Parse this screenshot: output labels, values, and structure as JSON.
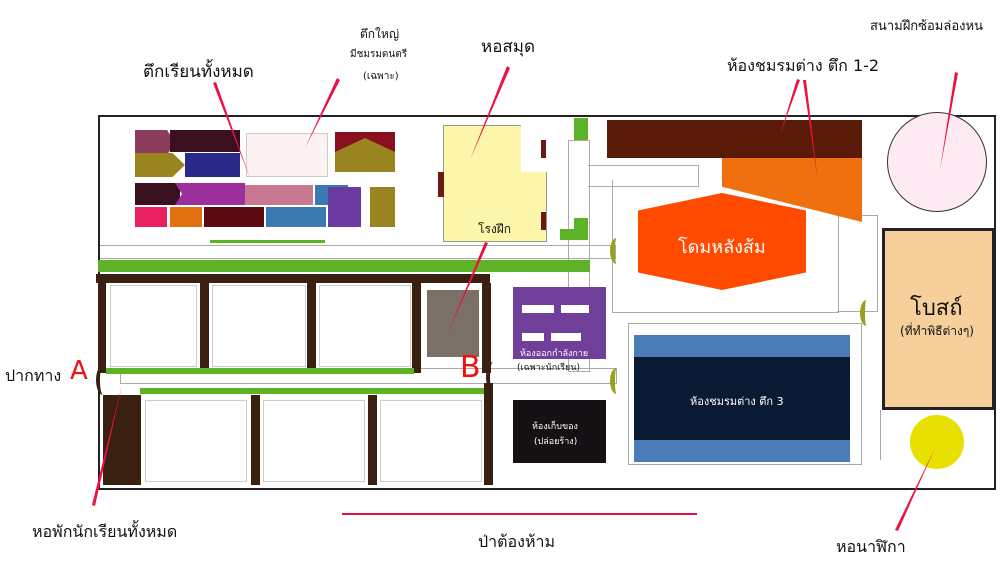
{
  "labels": {
    "all_classrooms": "ตึกเรียนทั้งหมด",
    "big_building": "ตึกใหญ่",
    "music_club": "มีชมรมดนตรี",
    "exclusive": "(เฉพาะ)",
    "library": "หอสมุด",
    "club_rooms_1_2": "ห้องชมรมต่าง ตึก 1-2",
    "training_field": "สนามฝึกซ้อมล่องหน",
    "workshop": "โรงฝึก",
    "orange_dome": "โดมหลังส้ม",
    "temple": "โบสถ์",
    "temple_sub": "(ที่ทำพิธีต่างๆ)",
    "entrance": "ปากทาง",
    "point_a": "A",
    "point_b": "B",
    "gym": "ห้องออกกำลังกาย",
    "gym_sub": "(เฉพาะนักเรียน)",
    "club_rooms_3": "ห้องชมรมต่าง ตึก 3",
    "storage": "ห้องเก็บของ",
    "storage_sub": "(ปล่อยร้าง)",
    "dormitories": "หอพักนักเรียนทั้งหมด",
    "forbidden_forest": "ป่าต้องห้าม",
    "clock_tower": "หอนาฬิกา"
  },
  "colors": {
    "pointer": "#ee1040",
    "dome": "#ff4a00",
    "club_bar": "#5a1a08",
    "club_trapezoid": "#f07010",
    "library": "#fbf6aa",
    "temple": "#f7cf9b",
    "clock": "#e8e000",
    "field": "#fdeaf3",
    "club3_band": "#4a7db8",
    "club3_core": "#0b1a33",
    "gym": "#6f3f9a",
    "storage": "#141014",
    "dorm_wall": "#3a2010",
    "hedge": "#5db325"
  }
}
